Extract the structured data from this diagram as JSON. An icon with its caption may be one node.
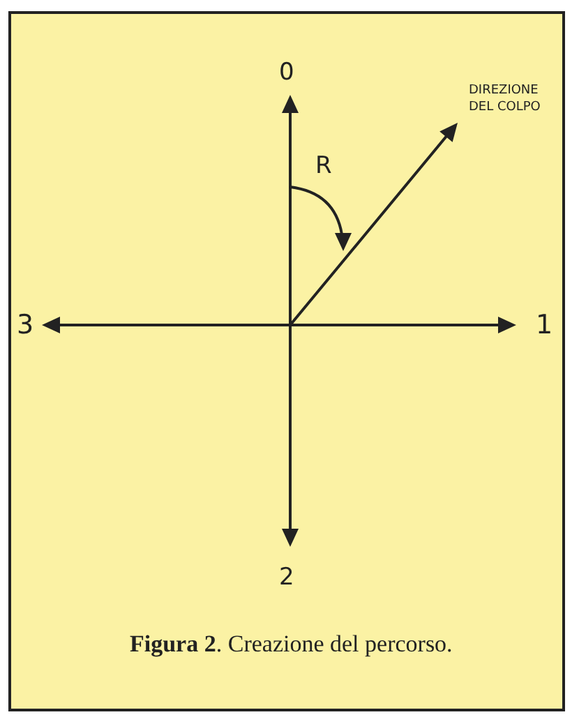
{
  "diagram": {
    "caption": "**Figura 2**. Creazione del percorso.",
    "labels": [
      "0",
      "1",
      "2",
      "3",
      "R",
      "DIREZIONE DEL COLPO"
    ]
  }
}
